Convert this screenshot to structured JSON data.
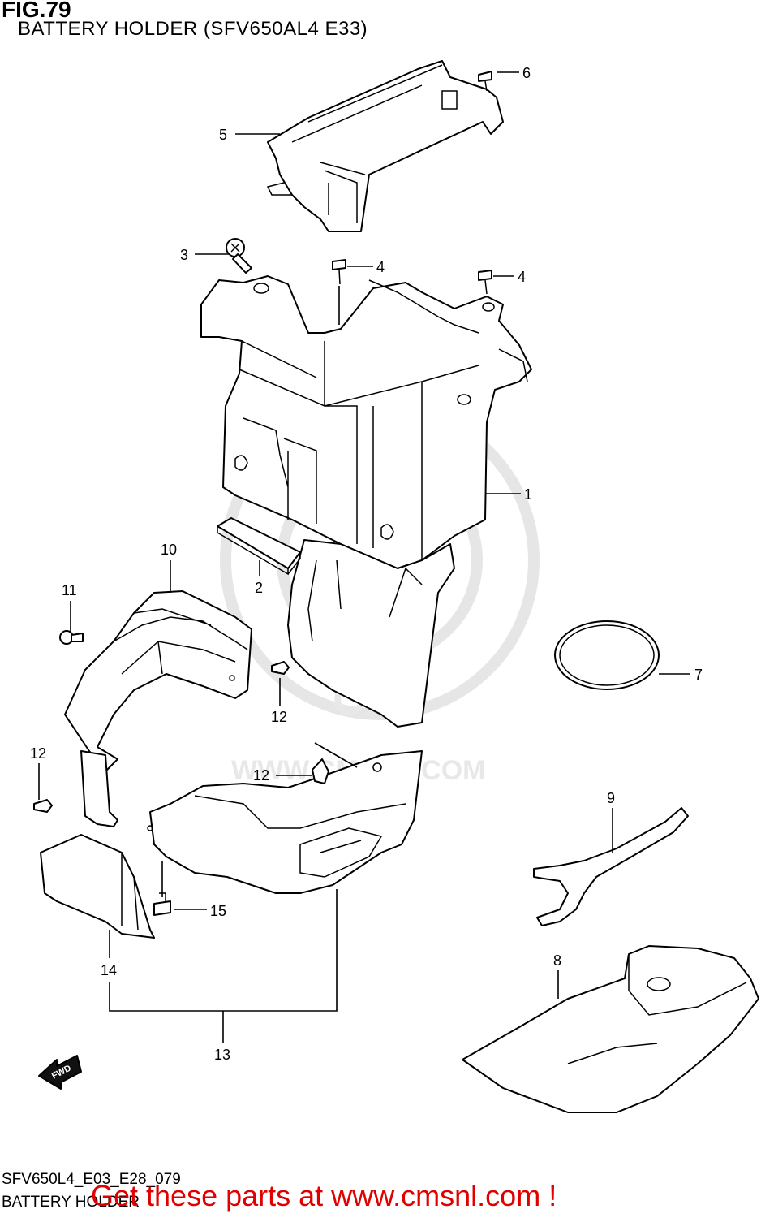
{
  "header": {
    "figure_label": "FIG.79",
    "subtitle": "BATTERY HOLDER (SFV650AL4 E33)"
  },
  "footer": {
    "diagram_code": "SFV650L4_E03_E28_079",
    "diagram_name": "BATTERY HOLDER",
    "promo_text": "Get these parts at www.cmsnl.com !"
  },
  "watermark": {
    "brand": "CMS",
    "site": "WWW.CMSNL.COM"
  },
  "direction_marker": "FWD",
  "callouts": {
    "c1": "1",
    "c2": "2",
    "c3": "3",
    "c4a": "4",
    "c4b": "4",
    "c5": "5",
    "c6": "6",
    "c7": "7",
    "c8": "8",
    "c9": "9",
    "c10": "10",
    "c11": "11",
    "c12a": "12",
    "c12b": "12",
    "c12c": "12",
    "c13": "13",
    "c14": "14",
    "c15": "15"
  },
  "colors": {
    "line": "#000000",
    "promo": "#e00000",
    "watermark": "#e6e6e6"
  }
}
